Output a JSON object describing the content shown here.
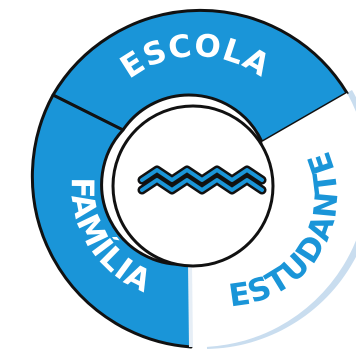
{
  "diagram": {
    "segments": [
      {
        "key": "escola",
        "label": "ESCOLA"
      },
      {
        "key": "familia",
        "label": "FAMÍLIA"
      },
      {
        "key": "estudante",
        "label": "ESTUDANTE"
      }
    ],
    "center_icon": "wave-lines-icon"
  },
  "colors": {
    "accent": "#1a95d8",
    "outline": "#111111",
    "light_fill": "#ffffff",
    "shadow": "#c9ddef"
  }
}
